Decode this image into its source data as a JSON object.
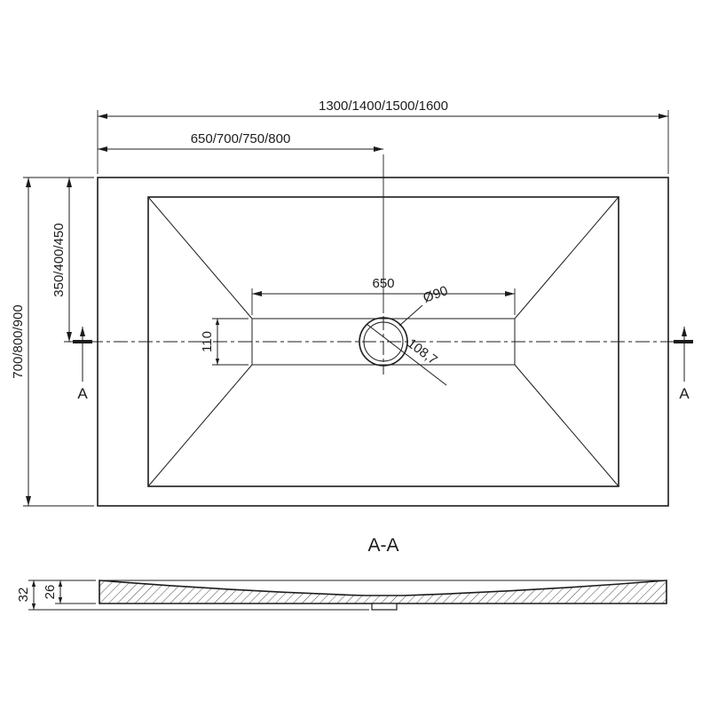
{
  "drawing": {
    "background_color": "#ffffff",
    "line_color": "#1c1c1c"
  },
  "plan": {
    "dim_overall_width": "1300/1400/1500/1600",
    "dim_half_width": "650/700/750/800",
    "dim_overall_depth": "700/800/900",
    "dim_half_depth": "350/400/450",
    "dim_channel_length": "650",
    "dim_channel_width": "110",
    "dim_drain_diameter": "Ø90",
    "dim_drain_diagonal": "108,7",
    "section_marker_left": "A",
    "section_marker_right": "A"
  },
  "section": {
    "title": "A-A",
    "dim_height_total": "32",
    "dim_height_base": "26"
  }
}
